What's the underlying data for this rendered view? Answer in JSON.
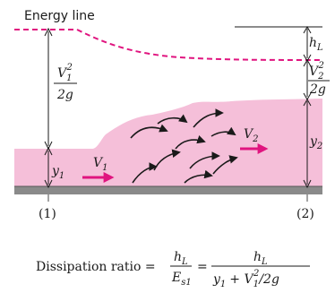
{
  "labels": {
    "energy_line": "Energy line",
    "hL": "h",
    "hL_sub": "L",
    "V1sq_num": "V",
    "V1sq_sub": "1",
    "V1sq_sup": "2",
    "V1sq_den": "2g",
    "V2sq_num": "V",
    "V2sq_sub": "2",
    "V2sq_sup": "2",
    "V2sq_den": "2g",
    "y1": "y",
    "y1_sub": "1",
    "y2": "y",
    "y2_sub": "2",
    "V1": "V",
    "V1_sub": "1",
    "V2": "V",
    "V2_sub": "2",
    "section1": "(1)",
    "section2": "(2)"
  },
  "formula": {
    "prefix": "Dissipation ratio =",
    "frac1_num": "h",
    "frac1_num_sub": "L",
    "frac1_den": "E",
    "frac1_den_sub": "s1",
    "equals": "=",
    "frac2_num": "h",
    "frac2_num_sub": "L",
    "frac2_den_a": "y",
    "frac2_den_a_sub": "1",
    "frac2_den_b": "+ V",
    "frac2_den_b_sub": "1",
    "frac2_den_b_sup": "2",
    "frac2_den_c": "/2g"
  },
  "colors": {
    "water": "#f5bfd9",
    "energy_line": "#e0147f",
    "velocity_arrow": "#e0147f",
    "bed": "#8a8a8a",
    "line": "#1a1a1a"
  }
}
